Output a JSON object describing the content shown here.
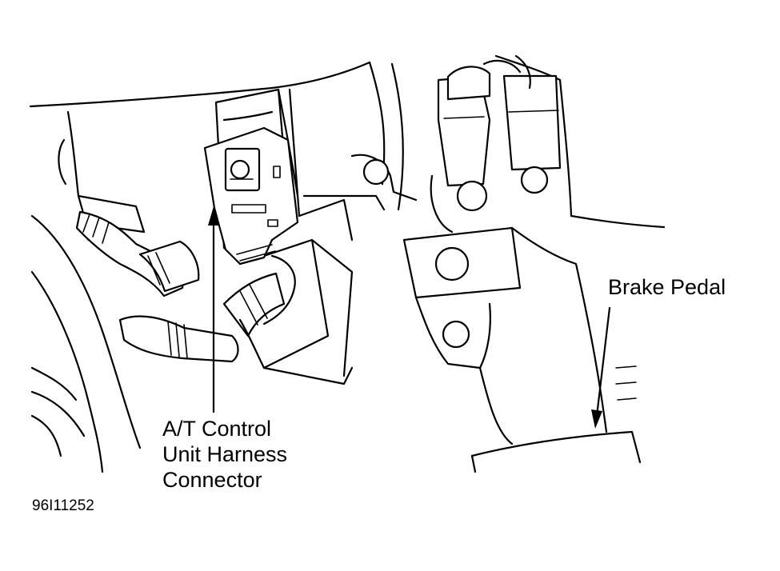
{
  "labels": {
    "connector_line1": "A/T Control",
    "connector_line2": "Unit Harness",
    "connector_line3": "Connector",
    "brake_pedal": "Brake Pedal"
  },
  "figure_id": "96I11252"
}
